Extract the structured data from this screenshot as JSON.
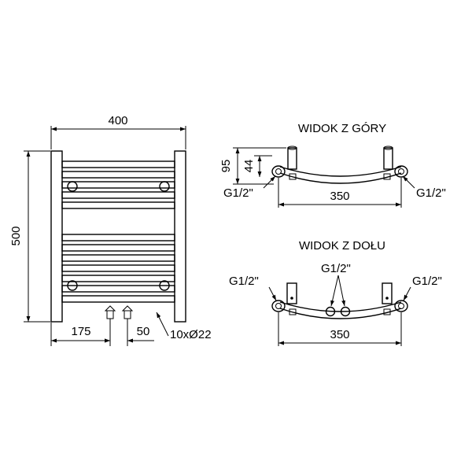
{
  "front_view": {
    "width_label": "400",
    "height_label": "500",
    "left_offset_label": "175",
    "spacing_label": "50",
    "tube_label": "10xØ22"
  },
  "top_view": {
    "title": "WIDOK Z GÓRY",
    "depth_label": "95",
    "inner_depth_label": "44",
    "left_thread_label": "G1/2\"",
    "right_thread_label": "G1/2\"",
    "width_label": "350"
  },
  "bottom_view": {
    "title": "WIDOK Z DOŁU",
    "left_thread_label": "G1/2\"",
    "center_thread_label": "G1/2\"",
    "right_thread_label": "G1/2\"",
    "width_label": "350"
  }
}
